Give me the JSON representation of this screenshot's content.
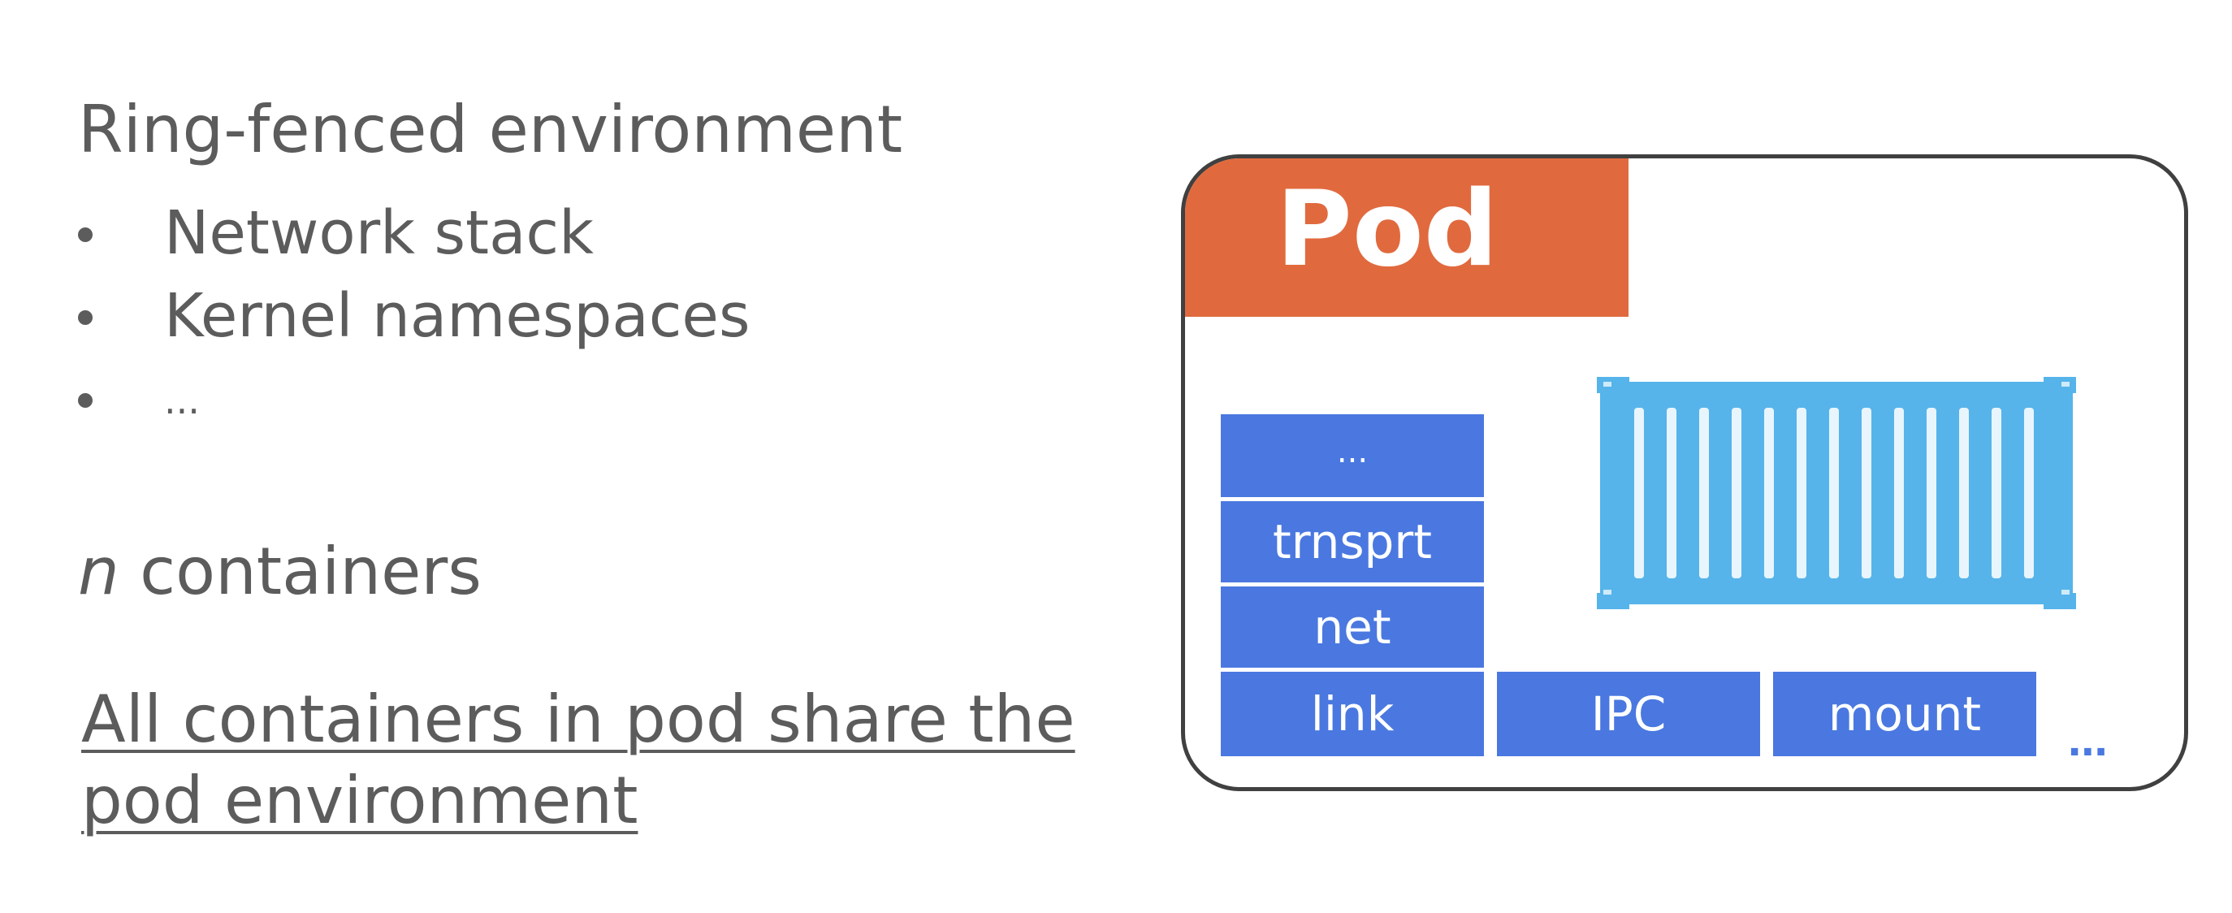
{
  "left_panel": {
    "heading": "Ring-fenced environment",
    "bullets": [
      {
        "text": "Network stack"
      },
      {
        "text": "Kernel namespaces"
      },
      {
        "text": "..."
      }
    ],
    "containers_line": {
      "italic_prefix": "n",
      "rest": "containers"
    },
    "share_statement": "All containers in pod share the pod environment"
  },
  "diagram": {
    "pod_title": "Pod",
    "stack_column": [
      "...",
      "trnsprt",
      "net",
      "link"
    ],
    "namespace_row": [
      "IPC",
      "mount"
    ],
    "more_indicator": "...",
    "container_icon": "shipping-container-icon",
    "colors": {
      "pod_tab": "#e06a3e",
      "stack_blue": "#4a78e0",
      "container_blue": "#56b4eb",
      "frame_border": "#404040",
      "text_gray": "#5c5c5c"
    }
  }
}
